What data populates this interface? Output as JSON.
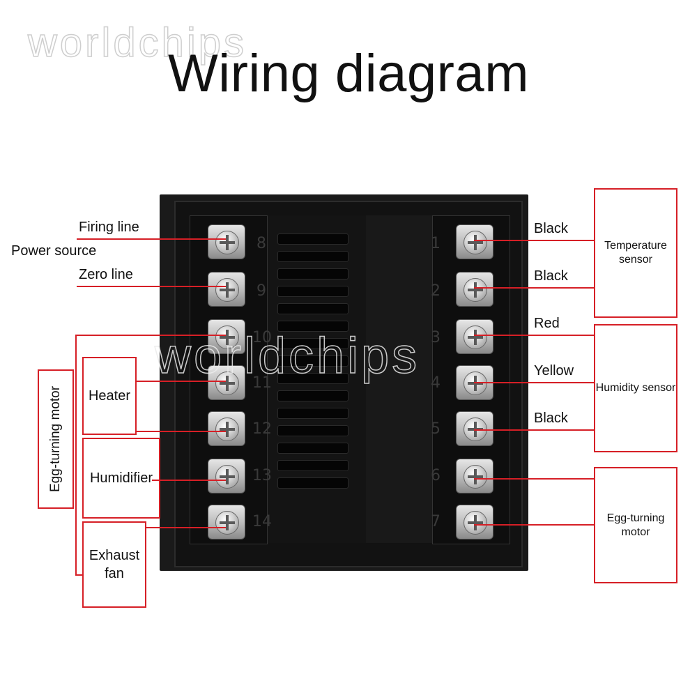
{
  "title": "Wiring diagram",
  "watermark": "worldchips",
  "left_labels": {
    "firing_line": "Firing line",
    "power_source": "Power source",
    "zero_line": "Zero line"
  },
  "left_boxes": {
    "egg_turning_motor": "Egg-turning motor",
    "heater": "Heater",
    "humidifier": "Humidifier",
    "exhaust_fan": "Exhaust fan"
  },
  "right_wire_labels": [
    "Black",
    "Black",
    "Red",
    "Yellow",
    "Black"
  ],
  "right_boxes": {
    "temperature_sensor": "Temperature sensor",
    "humidity_sensor": "Humidity sensor",
    "egg_turning_motor": "Egg-turning motor"
  },
  "left_terminal_numbers": [
    "8",
    "9",
    "10",
    "11",
    "12",
    "13",
    "14"
  ],
  "right_terminal_numbers": [
    "1",
    "2",
    "3",
    "4",
    "5",
    "6",
    "7"
  ],
  "colors": {
    "line": "#d61f26",
    "device": "#1a1a1a"
  }
}
